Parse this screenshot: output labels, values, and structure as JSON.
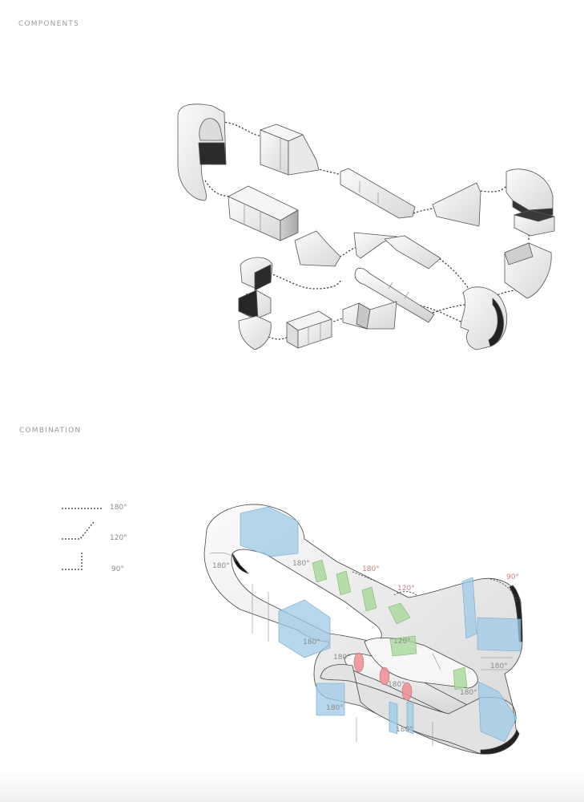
{
  "sections": {
    "components": "COMPONENTS",
    "combination": "COMBINATION"
  },
  "legend": {
    "items": [
      {
        "angle": "180°"
      },
      {
        "angle": "120°"
      },
      {
        "angle": "90°"
      }
    ]
  },
  "combination_labels": {
    "l1": "180°",
    "l2": "180°",
    "l3": "180°",
    "l4": "180°",
    "l5": "180°",
    "l6": "180°",
    "l7": "180°",
    "l8": "180°",
    "l9": "180°",
    "l10": "180°",
    "l11": "120°",
    "l12": "120°",
    "l13": "90°"
  },
  "colors": {
    "blue_joint": "#9fc9e6",
    "green_joint": "#a9d79b",
    "red_joint": "#e98e95",
    "body": "#ececec"
  }
}
